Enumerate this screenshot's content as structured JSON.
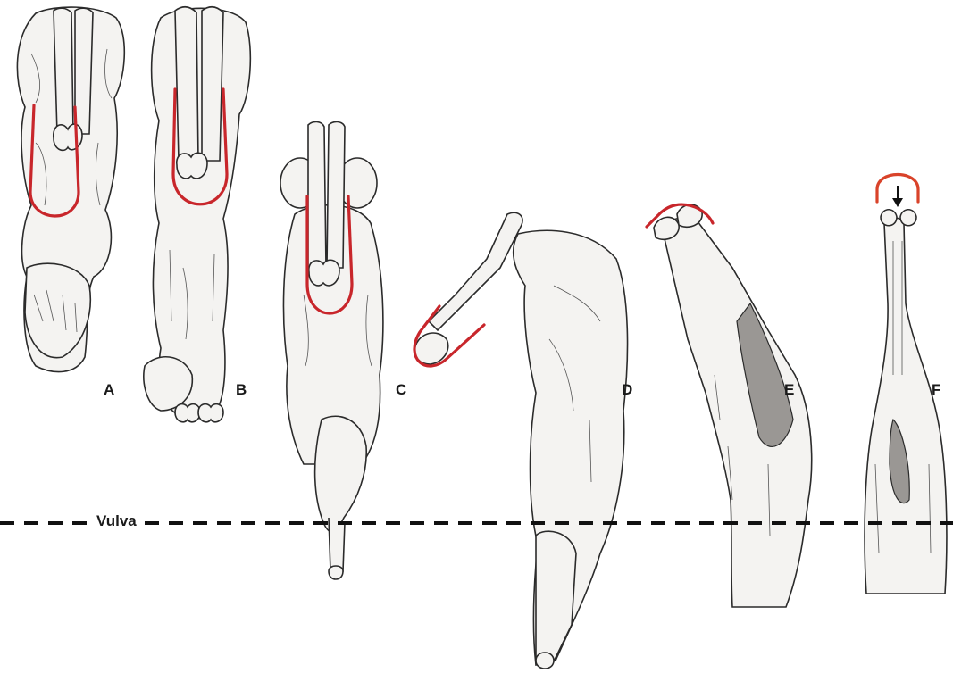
{
  "panels": {
    "a": "A",
    "b": "B",
    "c": "C",
    "d": "D",
    "e": "E",
    "f": "F"
  },
  "vulva_line": {
    "label": "Vulva"
  },
  "colors": {
    "outline_red": "#c8262b",
    "outline_red_f": "#d9432a",
    "line_black": "#111111",
    "drawing_ink": "#2b2b2b",
    "shading": "#9a9794"
  }
}
